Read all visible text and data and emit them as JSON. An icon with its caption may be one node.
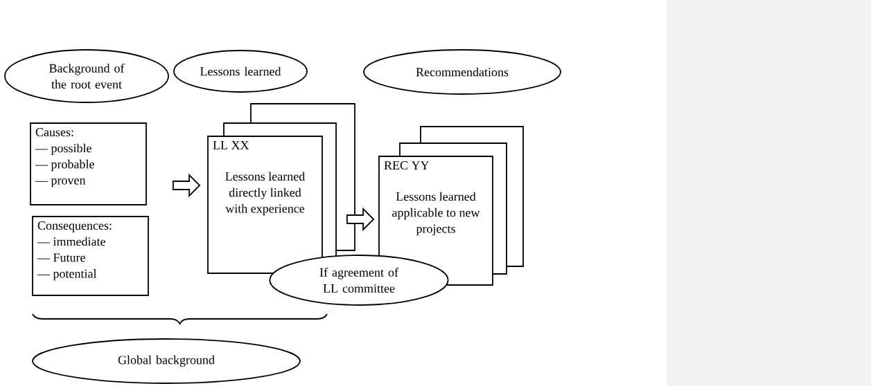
{
  "diagram": {
    "nodes": [
      {
        "text": [
          "Background of the root event"
        ]
      },
      {
        "text": [
          "Lessons learned"
        ]
      },
      {
        "text": [
          "Recommendations"
        ]
      },
      {
        "text": [
          "Causes:",
          "— possible",
          "— probable",
          "— proven"
        ]
      },
      {
        "text": [
          "Consequences:",
          "— immediate",
          "— Future",
          "— potential"
        ]
      },
      {
        "text": [
          "LL XX",
          "Lessons learned directly linked with experience"
        ]
      },
      {
        "text": [
          "REC YY",
          "Lessons learned applicable to new projects"
        ]
      },
      {
        "text": [
          "If agreement of LL committee"
        ]
      },
      {
        "text": [
          "Global background"
        ]
      }
    ],
    "edges": [
      {
        "from": 3,
        "to": 5,
        "arrow": "to"
      },
      {
        "from": 5,
        "to": 6,
        "arrow": "to"
      }
    ]
  }
}
